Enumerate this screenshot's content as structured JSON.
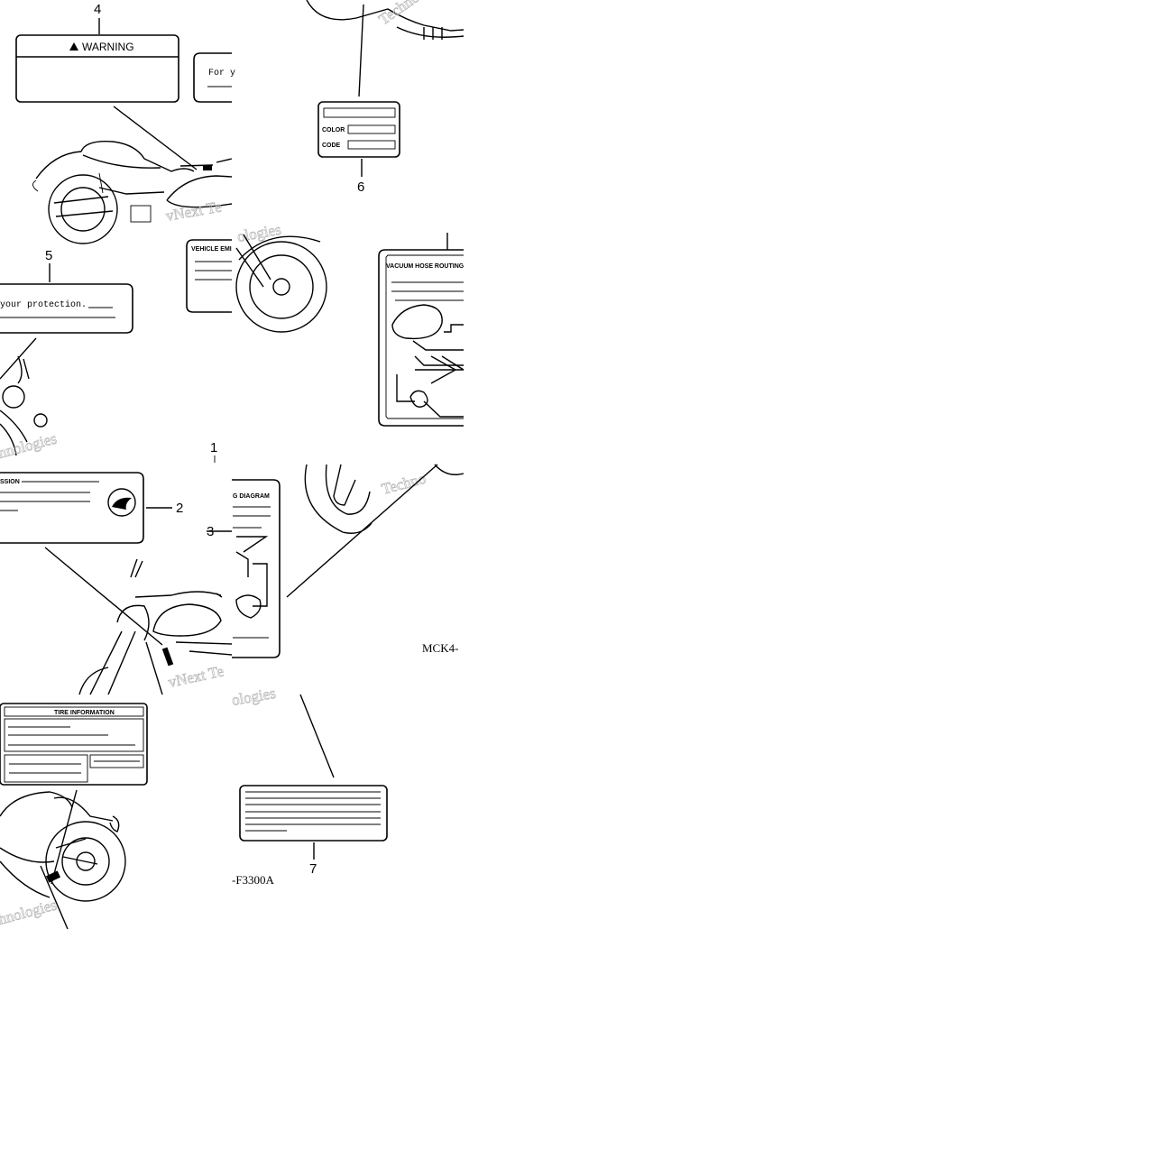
{
  "callouts": {
    "c1": "1",
    "c2": "2",
    "c3": "3",
    "c4": "4",
    "c5": "5",
    "c6": "6",
    "c7": "7"
  },
  "labels": {
    "warning_title": "WARNING",
    "protection_fragment_left": "For y",
    "protection_fragment_right": "your protection.",
    "color_field": "COLOR",
    "code_field": "CODE",
    "vacuum_hose": "VACUUM HOSE ROUTING",
    "vehicle_emission_fragment": "VEHICLE EMI",
    "emission_fragment": "SSION",
    "diagram_fragment": "G DIAGRAM",
    "tire_info": "TIRE INFORMATION"
  },
  "codes": {
    "code_a": "MCK4-",
    "code_b": "-F3300A"
  },
  "watermarks": {
    "w1": "Techno",
    "w2": "vNext Te",
    "w3": "ologies",
    "w4": "nnologies",
    "w5": "Techno",
    "w6": "vNext Te",
    "w7": "ologies",
    "w8": "hnologies"
  }
}
